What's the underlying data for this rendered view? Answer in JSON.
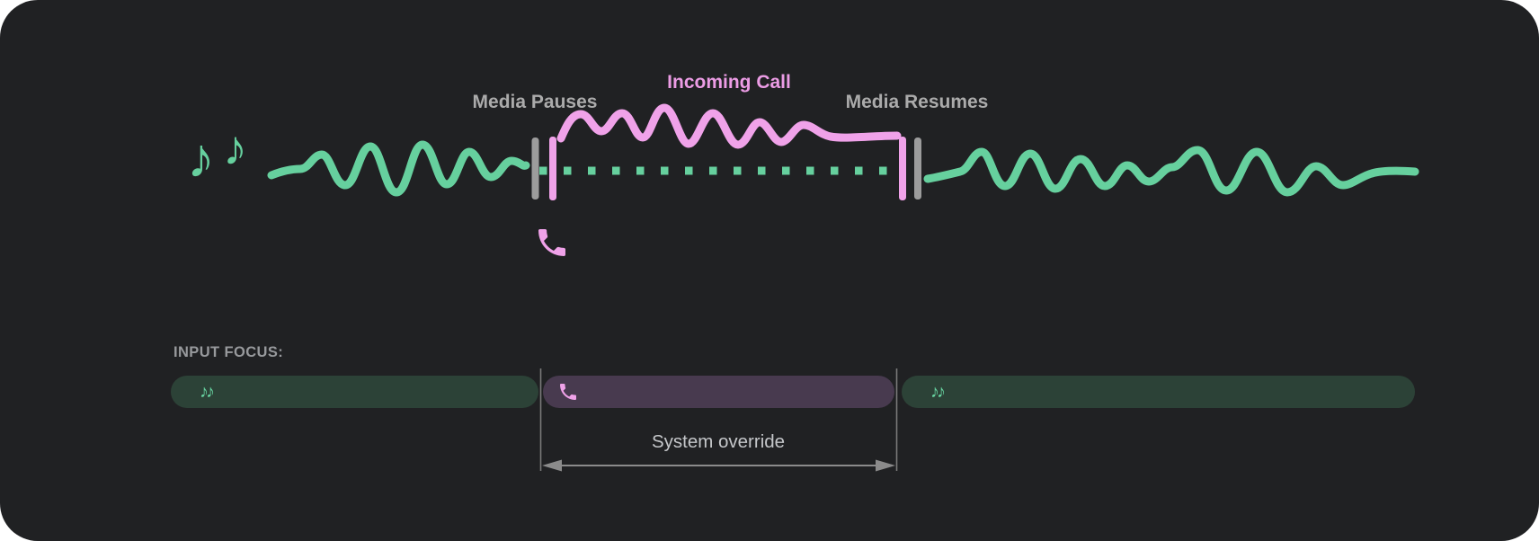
{
  "panel": {
    "page_bg": "#ffffff",
    "panel_bg": "#202123"
  },
  "colors": {
    "media_green": "#66d09e",
    "call_pink": "#f0a2e9",
    "pause_bar_gray": "#9c9c9c",
    "pill_media_bg": "#2c4237",
    "pill_call_bg": "#483a4f",
    "label_gray": "#ababab",
    "incoming_call_pink": "#ec9ce5",
    "caption_gray": "#97999c",
    "override_text_gray": "#c5c7ca",
    "arrow_gray": "#8b8b8b"
  },
  "icons": {
    "note": "♪",
    "notes_pair": "♪♪",
    "music_icon_name": "music-notes-icon",
    "phone_icon_name": "phone-icon"
  },
  "timeline": {
    "media_pauses_label": "Media Pauses",
    "incoming_call_label": "Incoming Call",
    "media_resumes_label": "Media Resumes"
  },
  "input_focus": {
    "label": "INPUT FOCUS:",
    "override_label": "System override",
    "segments": [
      {
        "name": "media-before",
        "type": "media",
        "icon": "music-notes-icon"
      },
      {
        "name": "call",
        "type": "call",
        "icon": "phone-icon"
      },
      {
        "name": "media-after",
        "type": "media",
        "icon": "music-notes-icon"
      }
    ]
  }
}
